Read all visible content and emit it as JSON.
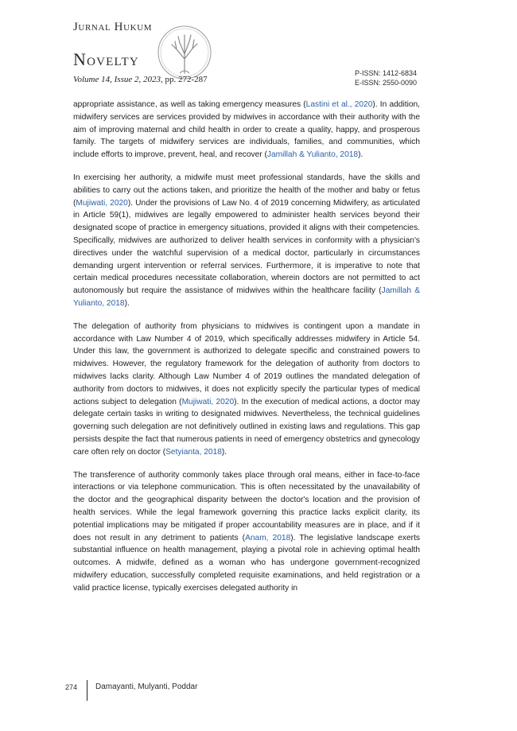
{
  "header": {
    "journal_line1": "Jurnal Hukum",
    "journal_line2": "Novelty",
    "volume_prefix": "Volume 14, Issue 2, 2023",
    "volume_pages": ", pp. 272-287",
    "p_issn": "P-ISSN: 1412-6834",
    "e_issn": "E-ISSN: 2550-0090",
    "logo_icon": "tree-logo-icon"
  },
  "paragraphs": [
    [
      {
        "t": "appropriate assistance, as well as taking emergency measures ("
      },
      {
        "t": "Lastini et al., 2020",
        "cite": true
      },
      {
        "t": "). In addition, midwifery services are services provided by midwives in accordance with their authority with the aim of improving maternal and child health in order to create a quality, happy, and prosperous family. The targets of midwifery services are individuals, families, and communities, which include efforts to improve, prevent, heal, and recover ("
      },
      {
        "t": "Jamillah & Yulianto, 2018",
        "cite": true
      },
      {
        "t": ")."
      }
    ],
    [
      {
        "t": "In exercising her authority, a midwife must meet professional standards, have the skills and abilities to carry out the actions taken, and prioritize the health of the mother and baby or fetus ("
      },
      {
        "t": "Mujiwati, 2020",
        "cite": true
      },
      {
        "t": "). Under the provisions of Law No. 4 of 2019 concerning Midwifery, as articulated in Article 59(1), midwives are legally empowered to administer health services beyond their designated scope of practice in emergency situations, provided it aligns with their competencies. Specifically, midwives are authorized to deliver health services in conformity with a physician's directives under the watchful supervision of a medical doctor, particularly in circumstances demanding urgent intervention or referral services. Furthermore, it is imperative to note that certain medical procedures necessitate collaboration, wherein doctors are not permitted to act autonomously but require the assistance of midwives within the healthcare facility ("
      },
      {
        "t": "Jamillah & Yulianto, 2018",
        "cite": true
      },
      {
        "t": ")."
      }
    ],
    [
      {
        "t": "The delegation of authority from physicians to midwives is contingent upon a mandate in accordance with Law Number 4 of 2019, which specifically addresses midwifery in Article 54. Under this law, the government is authorized to delegate specific and constrained powers to midwives. However, the regulatory framework for the delegation of authority from doctors to midwives lacks clarity. Although Law Number 4 of 2019 outlines the mandated delegation of authority from doctors to midwives, it does not explicitly specify the particular types of medical actions subject to delegation ("
      },
      {
        "t": "Mujiwati, 2020",
        "cite": true
      },
      {
        "t": "). In the execution of medical actions, a doctor may delegate certain tasks in writing to designated midwives. Nevertheless, the technical guidelines governing such delegation are not definitively outlined in existing laws and regulations. This gap persists despite the fact that numerous patients in need of emergency obstetrics and gynecology care often rely on doctor ("
      },
      {
        "t": "Setyianta, 2018",
        "cite": true
      },
      {
        "t": ")."
      }
    ],
    [
      {
        "t": "The transference of authority commonly takes place through oral means, either in face-to-face interactions or via telephone communication. This is often necessitated by the unavailability of the doctor and the geographical disparity between the doctor's location and the provision of health services. While the legal framework governing this practice lacks explicit clarity, its potential implications may be mitigated if proper accountability measures are in place, and if it does not result in any detriment to patients ("
      },
      {
        "t": "Anam, 2018",
        "cite": true
      },
      {
        "t": "). The legislative landscape exerts substantial influence on health management, playing a pivotal role in achieving optimal health outcomes. A midwife, defined as a woman who has undergone government-recognized midwifery education, successfully completed requisite examinations, and held registration or a valid practice license, typically exercises delegated authority in"
      }
    ]
  ],
  "footer": {
    "page_number": "274",
    "authors": "Damayanti, Mulyanti, Poddar"
  }
}
